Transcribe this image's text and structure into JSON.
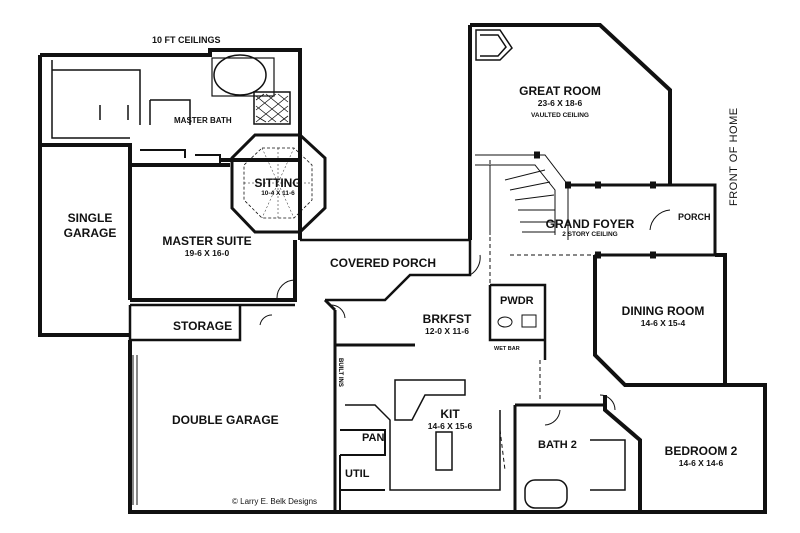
{
  "notes": {
    "ceilings": "10 FT CEILINGS",
    "front": "FRONT OF HOME",
    "copyright": "Larry E. Belk Designs",
    "copyright_symbol": "©"
  },
  "rooms": {
    "great_room": {
      "name": "GREAT ROOM",
      "dims": "23-6 X 18-6",
      "note": "VAULTED CEILING"
    },
    "master_bath": {
      "name": "MASTER BATH"
    },
    "sitting": {
      "name": "SITTING",
      "dims": "10-4 X 11-6"
    },
    "single_garage": {
      "line1": "SINGLE",
      "line2": "GARAGE"
    },
    "master_suite": {
      "name": "MASTER SUITE",
      "dims": "19-6 X 16-0"
    },
    "covered_porch": {
      "name": "COVERED PORCH"
    },
    "grand_foyer": {
      "name": "GRAND FOYER",
      "note": "2 STORY CEILING"
    },
    "porch": {
      "name": "PORCH"
    },
    "pwdr": {
      "name": "PWDR"
    },
    "wet_bar": {
      "name": "WET BAR"
    },
    "dining_room": {
      "name": "DINING ROOM",
      "dims": "14-6 X 15-4"
    },
    "storage": {
      "name": "STORAGE"
    },
    "brkfst": {
      "name": "BRKFST",
      "dims": "12-0 X 11-6"
    },
    "built_ins": {
      "name": "BUILT INS"
    },
    "double_garage": {
      "name": "DOUBLE GARAGE"
    },
    "kit": {
      "name": "KIT",
      "dims": "14-6 X 15-6"
    },
    "pan": {
      "name": "PAN"
    },
    "util": {
      "name": "UTIL"
    },
    "bath2": {
      "name": "BATH 2"
    },
    "bedroom2": {
      "name": "BEDROOM 2",
      "dims": "14-6 X 14-6"
    }
  },
  "colors": {
    "wall": "#111111",
    "background": "#ffffff"
  }
}
